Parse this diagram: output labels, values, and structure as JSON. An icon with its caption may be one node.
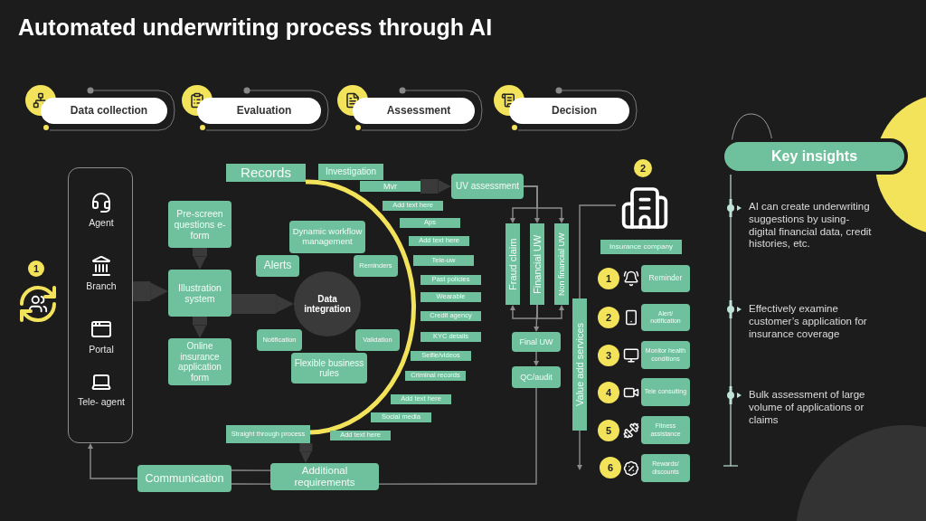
{
  "diagram": {
    "title": "Automated underwriting process through AI",
    "nodes": [
      {
        "text": [
          "Data collection"
        ]
      },
      {
        "text": [
          "Evaluation"
        ]
      },
      {
        "text": [
          "Assessment"
        ]
      },
      {
        "text": [
          "Decision"
        ]
      },
      {
        "text": [],
        "shape": "box"
      },
      {
        "text": [
          "Agent"
        ],
        "in": 4
      },
      {
        "text": [
          "Branch"
        ],
        "in": 4
      },
      {
        "text": [
          "Portal"
        ],
        "in": 4
      },
      {
        "text": [
          "Tele- agent"
        ],
        "in": 4
      },
      {
        "text": [
          "Pre-screen questions e-form"
        ]
      },
      {
        "text": [
          "Illustration system"
        ]
      },
      {
        "text": [
          "Online insurance application form"
        ]
      },
      {
        "text": [
          "Records"
        ]
      },
      {
        "text": [
          "Investigation"
        ]
      },
      {
        "text": [
          "Mvr"
        ]
      },
      {
        "text": [
          "Add text here"
        ]
      },
      {
        "text": [
          "Aps"
        ]
      },
      {
        "text": [
          "Add text here"
        ]
      },
      {
        "text": [
          "Tele-uw"
        ]
      },
      {
        "text": [
          "Past policies"
        ]
      },
      {
        "text": [
          "Wearable"
        ]
      },
      {
        "text": [
          "Credit agency"
        ]
      },
      {
        "text": [
          "KYC details"
        ]
      },
      {
        "text": [
          "Selfie/videos"
        ]
      },
      {
        "text": [
          "Criminal records"
        ]
      },
      {
        "text": [
          "Add text here"
        ]
      },
      {
        "text": [
          "Social media"
        ]
      },
      {
        "text": [
          "Add text here"
        ]
      },
      {
        "text": [
          "Dynamic workflow management"
        ]
      },
      {
        "text": [
          "Alerts"
        ]
      },
      {
        "text": [
          "Reminders"
        ]
      },
      {
        "text": [
          "Data integration"
        ]
      },
      {
        "text": [
          "Notification"
        ]
      },
      {
        "text": [
          "Validation"
        ]
      },
      {
        "text": [
          "Flexible business rules"
        ]
      },
      {
        "text": [
          "Straight through process"
        ]
      },
      {
        "text": [
          "Additional requirements"
        ]
      },
      {
        "text": [
          "Communication"
        ]
      },
      {
        "text": [
          "UV assessment"
        ]
      },
      {
        "text": [
          "Fraud claim"
        ]
      },
      {
        "text": [
          "Financial UW"
        ]
      },
      {
        "text": [
          "Non financial UW"
        ]
      },
      {
        "text": [
          "Final UW"
        ]
      },
      {
        "text": [
          "QC/audit"
        ]
      },
      {
        "text": [
          "Value add services"
        ]
      },
      {
        "text": [],
        "shape": "picture"
      },
      {
        "text": [
          "Insurance company"
        ]
      },
      {
        "text": [
          "Reminder"
        ]
      },
      {
        "text": [
          "Alert/ notification"
        ]
      },
      {
        "text": [
          "Monitor health conditions"
        ]
      },
      {
        "text": [
          "Tele consulting"
        ]
      },
      {
        "text": [
          "Fitness assistance"
        ]
      },
      {
        "text": [
          "Rewards/ discounts"
        ]
      },
      {
        "text": [
          "Key insights"
        ]
      }
    ],
    "edges": [
      {
        "from": 4,
        "to": 10,
        "arrow": "to",
        "style": "thick",
        "color": "#3a3a3a"
      },
      {
        "from": 9,
        "to": 10,
        "arrow": "to",
        "style": "thick",
        "color": "#3a3a3a"
      },
      {
        "from": 10,
        "to": 11,
        "arrow": "to",
        "style": "thick",
        "color": "#3a3a3a"
      },
      {
        "from": 10,
        "to": 31,
        "arrow": "to",
        "style": "thick",
        "color": "#3a3a3a"
      },
      {
        "from": 14,
        "to": 38,
        "arrow": "to",
        "style": "thick",
        "color": "#3a3a3a"
      },
      {
        "from": 38,
        "to": 39,
        "arrow": "to"
      },
      {
        "from": 38,
        "to": 40,
        "arrow": "to"
      },
      {
        "from": 38,
        "to": 41,
        "arrow": "to"
      },
      {
        "from": 40,
        "to": 39,
        "arrow": "to"
      },
      {
        "from": 40,
        "to": 41,
        "arrow": "to"
      },
      {
        "from": 40,
        "to": 42,
        "arrow": "to"
      },
      {
        "from": 42,
        "to": 43,
        "arrow": "to"
      },
      {
        "from": 43,
        "to": 36,
        "arrow": "none"
      },
      {
        "from": 36,
        "to": 37,
        "arrow": "none"
      },
      {
        "from": 36,
        "to": 37,
        "arrow": "none"
      },
      {
        "from": 37,
        "to": 4,
        "arrow": "to"
      },
      {
        "from": 35,
        "to": 36,
        "arrow": "to",
        "style": "thick",
        "color": "#3a3a3a"
      },
      {
        "from": 45,
        "to": 44,
        "arrow": "none"
      },
      {
        "from": 44,
        "to": null,
        "arrow": "to"
      },
      {
        "from": 12,
        "to": 35,
        "arrow": "none",
        "style": "thick",
        "color": "#f3e35a"
      }
    ],
    "labels": [
      "1",
      "2",
      "1",
      "2",
      "3",
      "4",
      "5",
      "6",
      "AI can create underwriting suggestions by using- digital financial data, credit histories, etc.",
      "Effectively examine customer’s application for insurance coverage",
      "Bulk assessment of large volume of applications or claims"
    ]
  }
}
